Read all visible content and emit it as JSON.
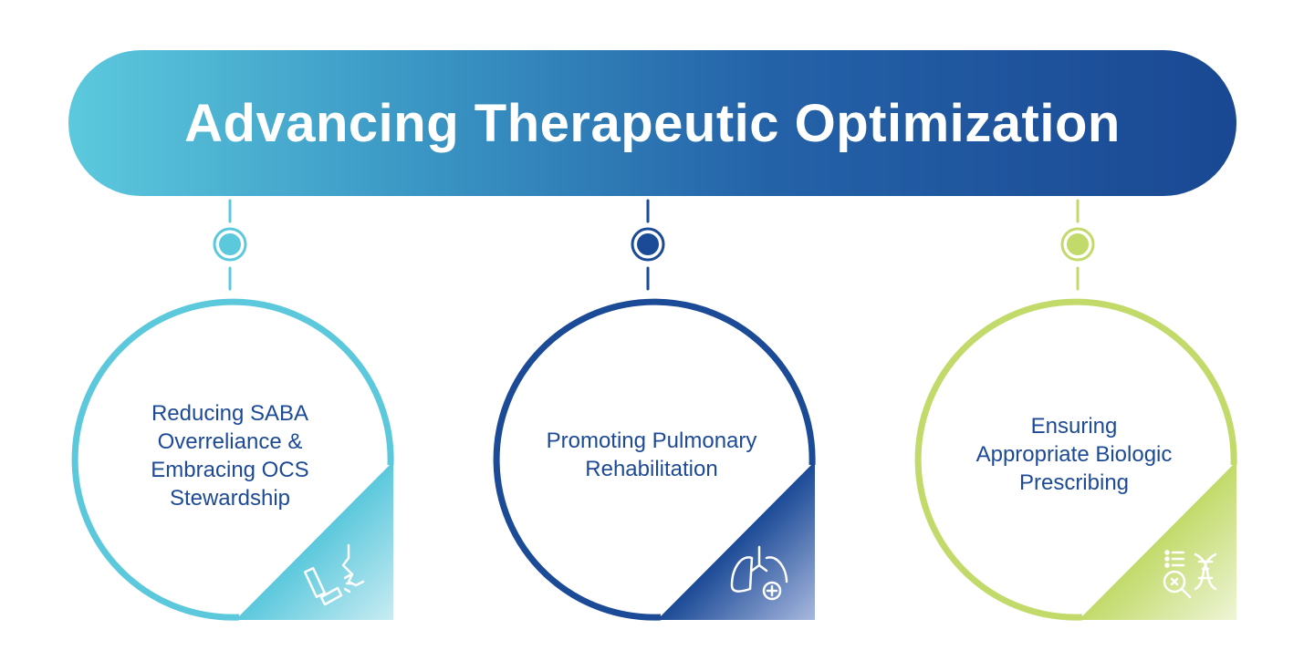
{
  "title": "Advancing Therapeutic Optimization",
  "pillars": [
    {
      "label_lines": [
        "Reducing SABA",
        "Overreliance &",
        "Embracing OCS",
        "Stewardship"
      ],
      "icon": "inhaler-icon",
      "color": "#5bc8dc"
    },
    {
      "label_lines": [
        "Promoting Pulmonary",
        "Rehabilitation"
      ],
      "icon": "lungs-plus-icon",
      "color": "#1b4a96"
    },
    {
      "label_lines": [
        "Ensuring",
        "Appropriate Biologic",
        "Prescribing"
      ],
      "icon": "dna-search-icon",
      "color": "#c2da6a"
    }
  ]
}
